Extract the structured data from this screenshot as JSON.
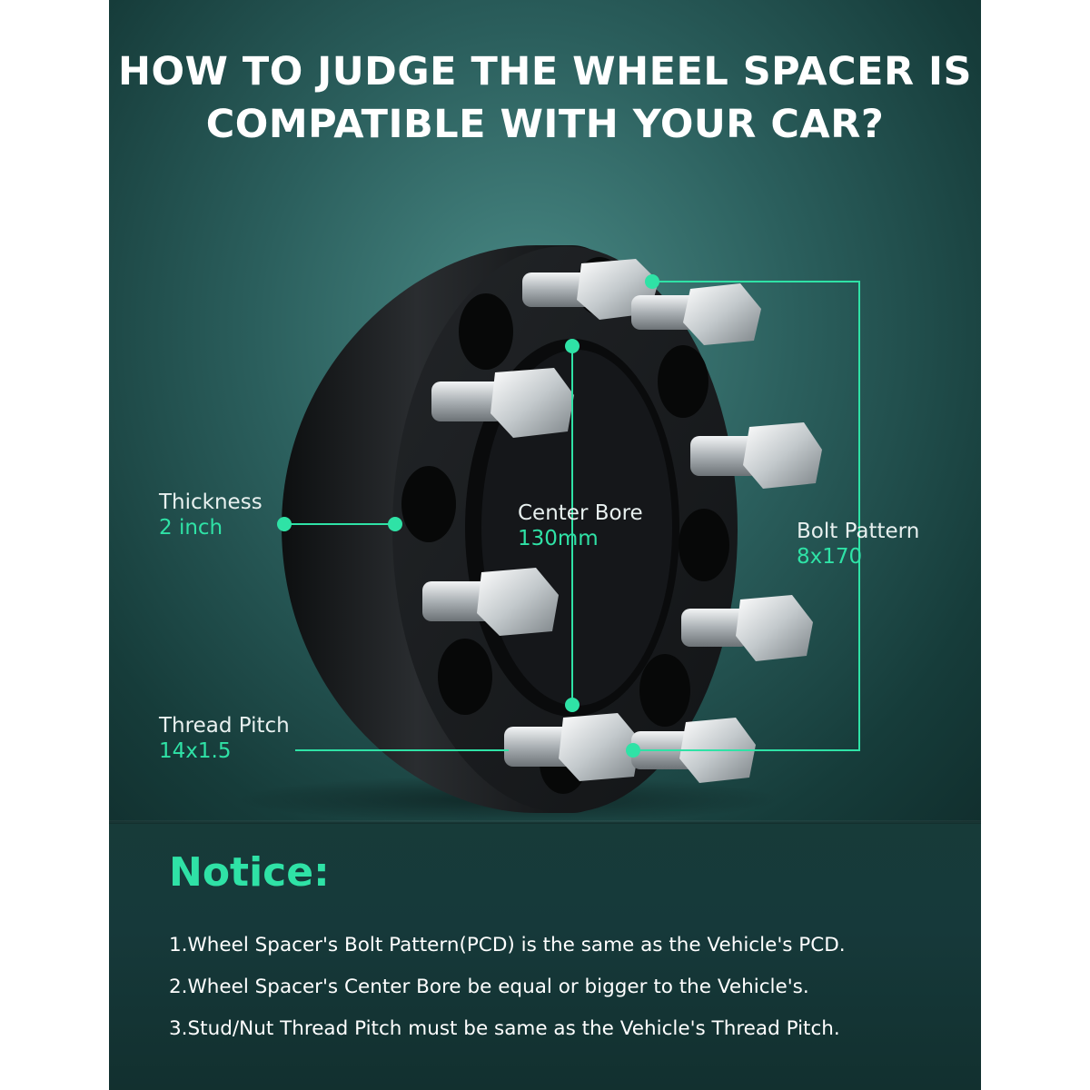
{
  "title": {
    "line1": "HOW TO JUDGE THE WHEEL SPACER IS",
    "line2": "COMPATIBLE WITH YOUR CAR?"
  },
  "labels": {
    "thickness": {
      "name": "Thickness",
      "value": "2 inch"
    },
    "center_bore": {
      "name": "Center Bore",
      "value": "130mm"
    },
    "bolt_pattern": {
      "name": "Bolt Pattern",
      "value": "8x170"
    },
    "thread_pitch": {
      "name": "Thread Pitch",
      "value": "14x1.5"
    }
  },
  "notice": {
    "heading": "Notice:",
    "items": [
      "1.Wheel Spacer's Bolt Pattern(PCD) is the same as the Vehicle's PCD.",
      "2.Wheel Spacer's Center Bore be equal or bigger to the Vehicle's.",
      "3.Stud/Nut Thread Pitch must be same as the Vehicle's Thread Pitch."
    ]
  },
  "colors": {
    "accent": "#2fe2a6",
    "background": "#235452",
    "spacer_body": "#1a1c1e"
  }
}
